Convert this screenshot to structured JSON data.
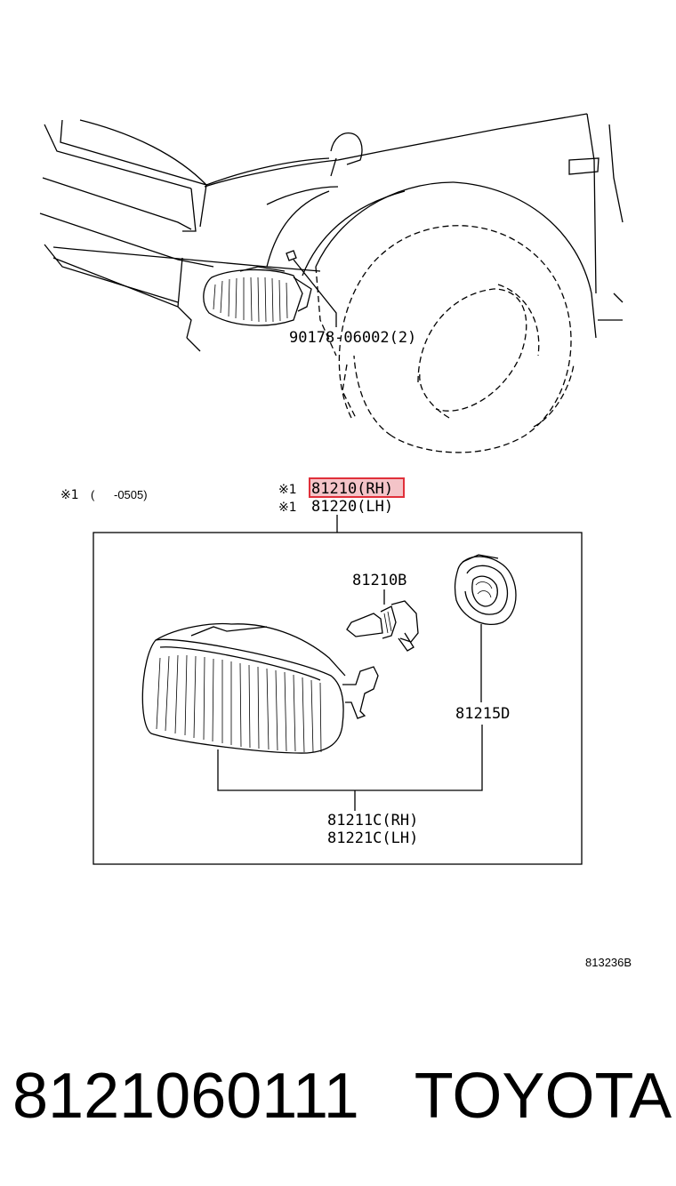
{
  "callouts": {
    "clip_part": "90178-06002(2)",
    "note_left_marker": "※1",
    "note_left_range": "(      -0505)",
    "assembly_marker_1": "※1",
    "assembly_marker_2": "※1",
    "assembly_rh": "81210(RH)",
    "assembly_lh": "81220(LH)",
    "bulb": "81210B",
    "socket": "81215D",
    "lens_rh": "81211C(RH)",
    "lens_lh": "81221C(LH)",
    "figure_id": "813236B"
  },
  "footer": {
    "part_number": "8121060111",
    "brand": "TOYOTA"
  },
  "colors": {
    "highlight": "#e0303a",
    "highlight_fill": "#f4c4c8"
  }
}
